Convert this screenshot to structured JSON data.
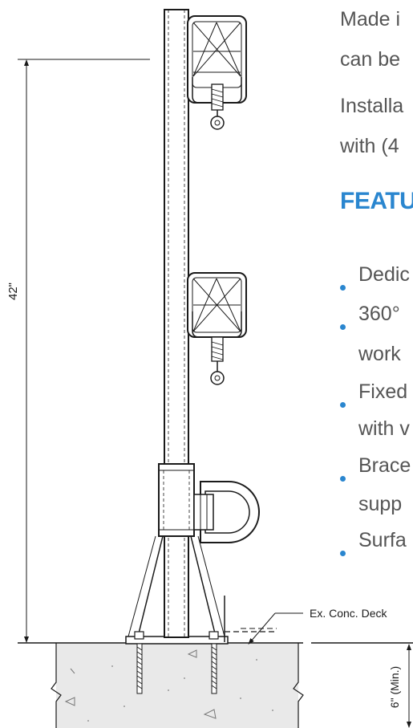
{
  "drawing": {
    "height_label": "42\"",
    "depth_label": "6\" (Min.)",
    "deck_label": "Ex. Conc. Deck"
  },
  "text_panel": {
    "line1": "Made i",
    "line2": "can be",
    "line3": "Installa",
    "line4": "with (4",
    "heading": "FEATU",
    "features": [
      {
        "line1": "Dedic"
      },
      {
        "line1": "360°",
        "line2": "work"
      },
      {
        "line1": "Fixed",
        "line2": "with v"
      },
      {
        "line1": "Brace",
        "line2": "supp"
      },
      {
        "line1": "Surfa"
      }
    ]
  },
  "colors": {
    "accent": "#2a86cf",
    "body_text": "#555555",
    "line": "#1a1a1a",
    "concrete": "#e9e9e9"
  }
}
